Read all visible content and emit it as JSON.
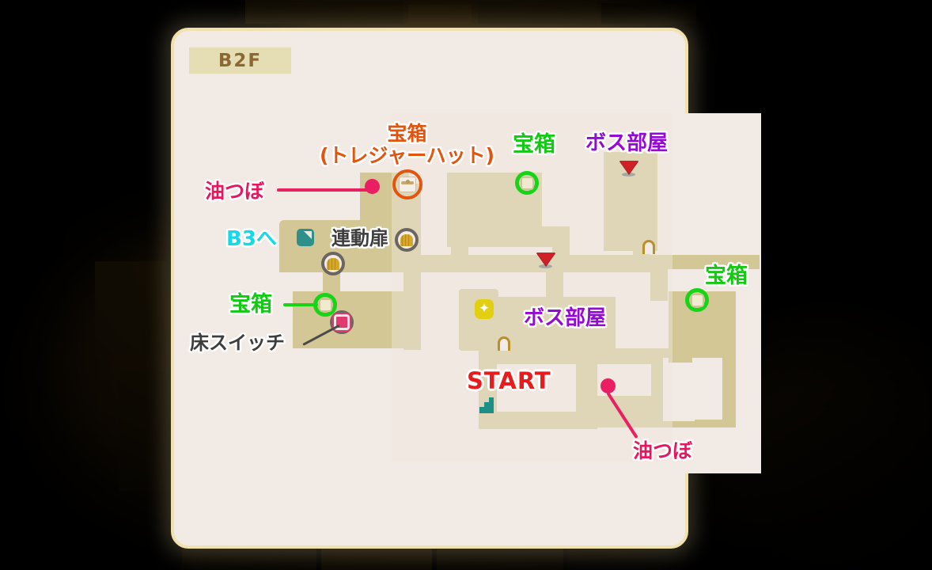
{
  "scene": {
    "background_description": "dark dungeon brick corridor",
    "background_color": "#000000",
    "brick_color": "#2a1d07"
  },
  "map_card": {
    "background_color": "#f2eae4",
    "border_color": "#f0e2ae",
    "floor_label": "B2F",
    "floor_label_bg": "#e5ddb4",
    "floor_label_color": "#8a6a32",
    "wall_color": "#d2c795"
  },
  "annotations": [
    {
      "id": "treasure-hat",
      "text": "宝箱\n(トレジャーハット)",
      "line1": "宝箱",
      "line2": "(トレジャーハット)",
      "color": "#e2550f",
      "kind": "treasure-hat"
    },
    {
      "id": "oil-pot-top",
      "text": "油つぼ",
      "color": "#e6175e",
      "kind": "oil-pot"
    },
    {
      "id": "chest-top",
      "text": "宝箱",
      "color": "#13c913",
      "kind": "chest"
    },
    {
      "id": "boss-room-top",
      "text": "ボス部屋",
      "color": "#9409d6",
      "kind": "boss-room"
    },
    {
      "id": "to-b3",
      "text": "B3へ",
      "color": "#13d9e8",
      "kind": "stairs-down"
    },
    {
      "id": "linked-door",
      "text": "連動扉",
      "color": "#3d3d3d",
      "kind": "linked-door"
    },
    {
      "id": "chest-left",
      "text": "宝箱",
      "color": "#13c913",
      "kind": "chest"
    },
    {
      "id": "floor-switch",
      "text": "床スイッチ",
      "color": "#3d3d3d",
      "kind": "floor-switch"
    },
    {
      "id": "chest-right",
      "text": "宝箱",
      "color": "#13c913",
      "kind": "chest"
    },
    {
      "id": "boss-room-mid",
      "text": "ボス部屋",
      "color": "#9409d6",
      "kind": "boss-room"
    },
    {
      "id": "start",
      "text": "START",
      "color": "#e81c1c",
      "kind": "start"
    },
    {
      "id": "oil-pot-bottom",
      "text": "油つぼ",
      "color": "#e6175e",
      "kind": "oil-pot"
    }
  ],
  "legend_colors": {
    "chest_ring": "#17d417",
    "hat_ring": "#e2550f",
    "door_ring": "#6c6660",
    "switch_core": "#e23a6e",
    "oil_dot": "#ea1f63",
    "enemy_marker": "#cf2027",
    "stairs": "#1d8f86",
    "sparkle": "#e3cf12",
    "arch_door": "#b8912c"
  },
  "icon_names": {
    "chest": "treasure-chest-icon",
    "hat": "treasure-hat-icon",
    "door": "linked-door-icon",
    "switch": "floor-switch-icon",
    "arch": "archway-icon",
    "enemy": "enemy-marker-icon",
    "stairs": "stairs-icon",
    "sparkle": "sparkle-icon",
    "b3": "stairs-down-icon",
    "oil": "oil-pot-dot"
  }
}
